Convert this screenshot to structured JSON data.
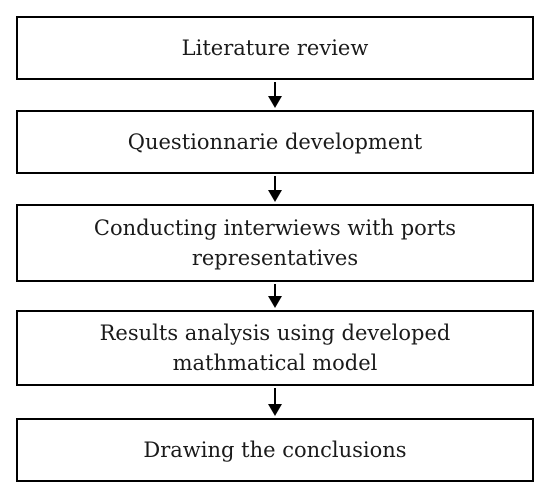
{
  "flowchart": {
    "steps": [
      "Literature review",
      "Questionnarie development",
      "Conducting interwiews with ports representatives",
      "Results analysis using developed mathmatical model",
      "Drawing the conclusions"
    ]
  },
  "colors": {
    "border": "#000000",
    "text": "#1a1a1a",
    "background": "#ffffff"
  }
}
